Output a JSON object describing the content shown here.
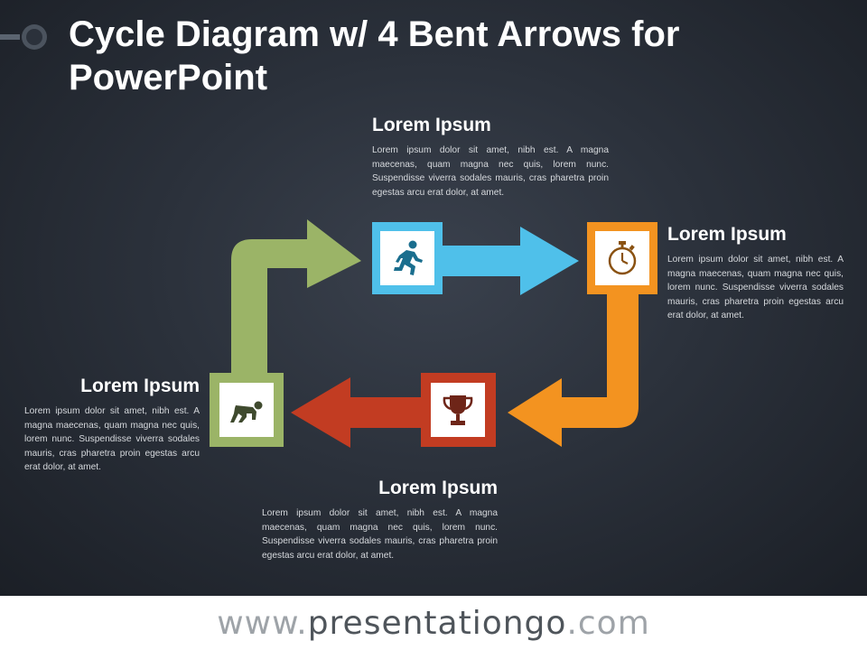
{
  "title": "Cycle Diagram w/ 4 Bent Arrows for PowerPoint",
  "footer": {
    "prefix": "www.",
    "brand": "presentationgo",
    "suffix": ".com"
  },
  "blocks": [
    {
      "heading": "Lorem Ipsum",
      "text": "Lorem ipsum dolor sit amet, nibh est. A magna maecenas, quam magna nec quis, lorem nunc. Suspendisse viverra sodales mauris, cras pharetra proin egestas arcu erat dolor, at amet."
    },
    {
      "heading": "Lorem Ipsum",
      "text": "Lorem ipsum dolor sit amet, nibh est. A magna maecenas, quam magna nec quis, lorem nunc. Suspendisse viverra sodales mauris, cras pharetra proin egestas arcu erat dolor, at amet."
    },
    {
      "heading": "Lorem Ipsum",
      "text": "Lorem ipsum dolor sit amet, nibh est. A magna maecenas, quam magna nec quis, lorem nunc. Suspendisse viverra sodales mauris, cras pharetra proin egestas arcu erat dolor, at amet."
    },
    {
      "heading": "Lorem Ipsum",
      "text": "Lorem ipsum dolor sit amet, nibh est. A magna maecenas, quam magna nec quis, lorem nunc. Suspendisse viverra sodales mauris, cras pharetra proin egestas arcu erat dolor, at amet."
    }
  ],
  "colors": {
    "green": "#9bb467",
    "blue": "#4fc0ea",
    "orange": "#f39320",
    "red": "#c23c22",
    "background": "#2b313b",
    "icon_dark": "#3f4a2e"
  },
  "icons": [
    "running-person-icon",
    "stopwatch-icon",
    "trophy-icon",
    "sprinter-start-icon"
  ]
}
